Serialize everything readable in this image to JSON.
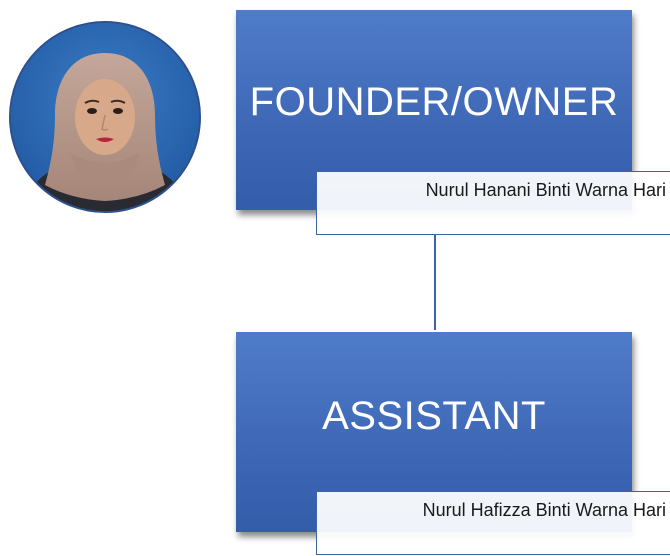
{
  "founder": {
    "role_title": "FOUNDER/OWNER",
    "name": "Nurul Hanani Binti Warna Hari"
  },
  "assistant": {
    "role_title": "ASSISTANT",
    "name": "Nurul Hafizza Binti Warna Hari"
  },
  "colors": {
    "box_fill": "#4472c4",
    "box_border": "#3e64a8",
    "name_box_fill": "#ffffff",
    "photo_background": "#2b66ad",
    "hijab": "#b89a8e"
  },
  "icons": {
    "photo": "founder-photo"
  }
}
